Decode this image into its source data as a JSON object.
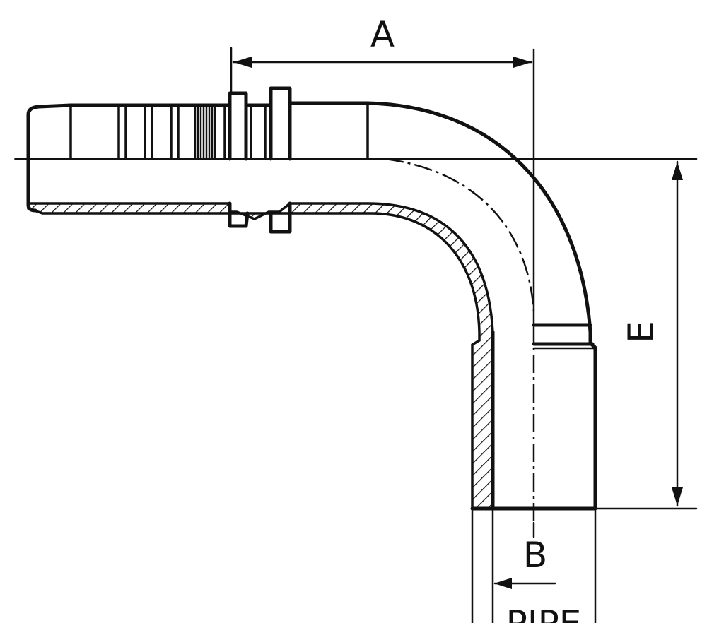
{
  "labels": {
    "a": "A",
    "b": "B",
    "e": "E",
    "pipe": "PIPE"
  },
  "colors": {
    "line": "#111111",
    "background": "#ffffff"
  }
}
